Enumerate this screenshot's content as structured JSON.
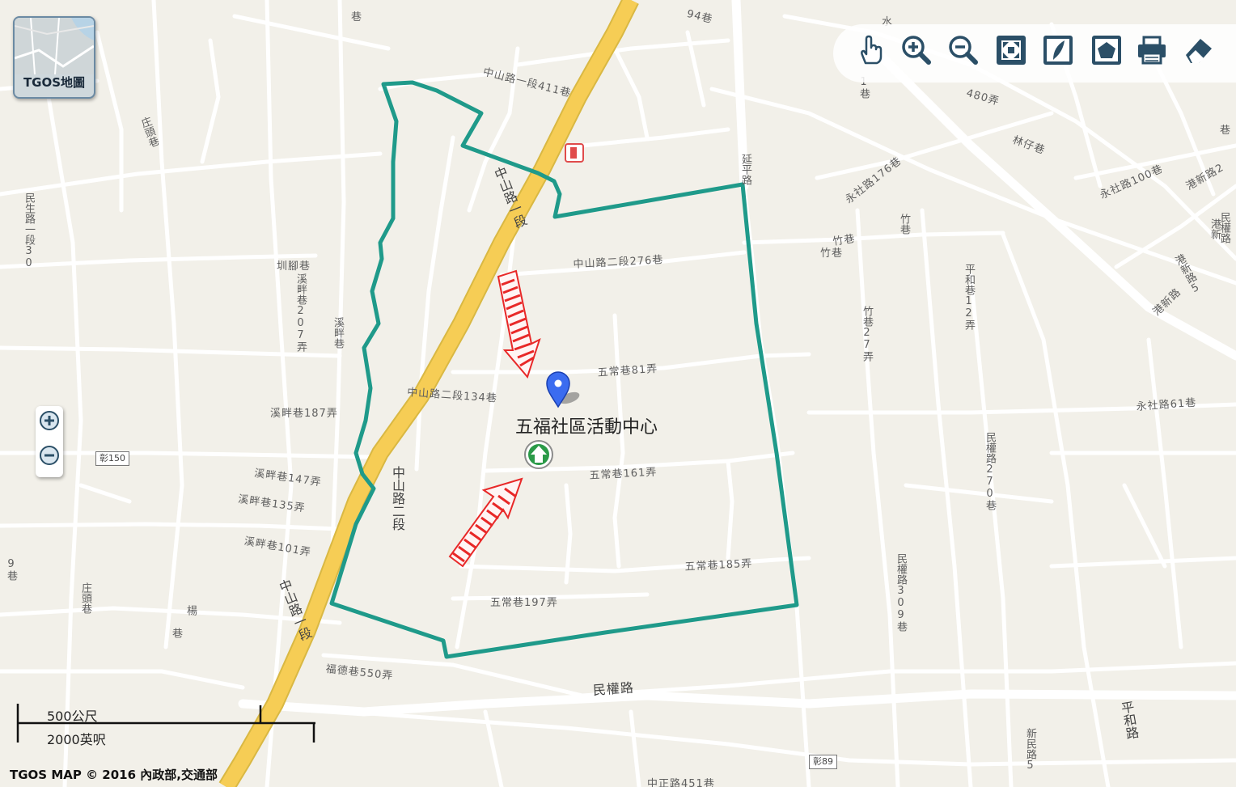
{
  "map": {
    "logo_label": "TGOS地圖",
    "copyright": "TGOS MAP © 2016 內政部,交通部",
    "poi": {
      "name": "五福社區活動中心",
      "marker_color": "#3b6cf0"
    },
    "boundary_color": "#1f9a8a",
    "arrow_color": "#e82828",
    "highway_color": "#f6cd55",
    "scale": {
      "metric_label": "500公尺",
      "imperial_label": "2000英呎"
    },
    "shields": [
      "彰150",
      "彰89"
    ],
    "road_labels": {
      "r0": "中山路一段411巷",
      "r1": "中山路二段276巷",
      "r2": "五常巷81弄",
      "r3": "中山路二段134巷",
      "r4": "五常巷161弄",
      "r5": "五常巷185弄",
      "r6": "五常巷197弄",
      "r7": "民權路",
      "r8": "福德巷550弄",
      "r9": "溪畔巷187弄",
      "r10": "溪畔巷147弄",
      "r11": "溪畔巷135弄",
      "r12": "溪畔巷101弄",
      "r13": "中山路二段",
      "r14": "永社路176巷",
      "r15": "永社路100巷",
      "r16": "永社路61巷",
      "r17": "林仔巷",
      "r18": "480弄",
      "r19": "竹巷",
      "r20": "港新路2",
      "r21": "中山路一段",
      "r22": "中山路一段",
      "r23": "延平路",
      "r24": "竹巷27弄",
      "r25": "平和巷12弄",
      "r26": "民權路270巷",
      "r27": "民權路309巷",
      "r28": "新民路5",
      "r29": "平和路",
      "r30": "溪畔巷207弄",
      "r31": "溪畔巷",
      "r32": "圳腳巷",
      "r33": "民生路一段30",
      "r34": "庄頭巷",
      "r35": "民權路",
      "r36": "竹巷",
      "r37": "港新路",
      "r38": "1巷",
      "r39": "94巷",
      "r40": "庄頭巷",
      "r41": "水",
      "r42": "港新",
      "r43": "巷",
      "r44": "巷",
      "r45": "9巷",
      "r46": "中正路451巷",
      "r47": "港新路5",
      "r48": "楊",
      "r49": "巷",
      "r50": "竹巷"
    },
    "toolbar": [
      {
        "name": "pan-tool-button",
        "icon": "hand-pointer-icon"
      },
      {
        "name": "zoom-in-tool-button",
        "icon": "magnifier-plus-icon"
      },
      {
        "name": "zoom-out-tool-button",
        "icon": "magnifier-minus-icon"
      },
      {
        "name": "full-extent-button",
        "icon": "full-extent-icon"
      },
      {
        "name": "draw-line-button",
        "icon": "quill-icon"
      },
      {
        "name": "draw-polygon-button",
        "icon": "polygon-icon"
      },
      {
        "name": "print-button",
        "icon": "printer-icon"
      },
      {
        "name": "erase-button",
        "icon": "eraser-icon"
      }
    ]
  }
}
